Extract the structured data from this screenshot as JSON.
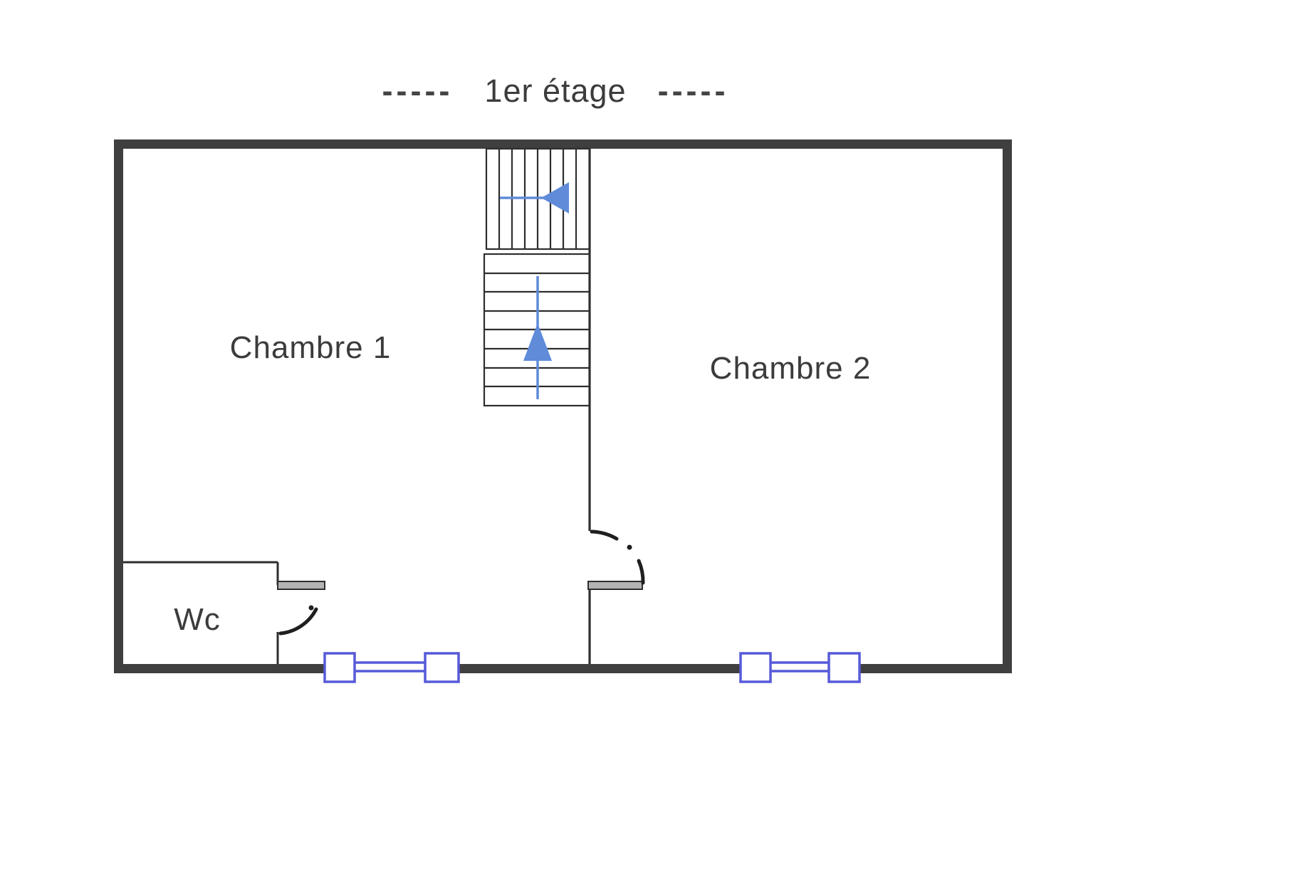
{
  "title": {
    "dash_left": "-----",
    "text": "1er étage",
    "dash_right": "-----"
  },
  "rooms": {
    "chambre1": {
      "label": "Chambre 1"
    },
    "chambre2": {
      "label": "Chambre 2"
    },
    "wc": {
      "label": "Wc"
    }
  },
  "colors": {
    "wall": "#3f3f3f",
    "partition": "#2e2e2e",
    "stair_line": "#2e2e2e",
    "arrow": "#5f8bd9",
    "window": "#565ad8",
    "door_leaf": "#b3b3b3",
    "door_arc": "#1f1f1f",
    "text": "#3c3c3c",
    "background": "#ffffff"
  }
}
